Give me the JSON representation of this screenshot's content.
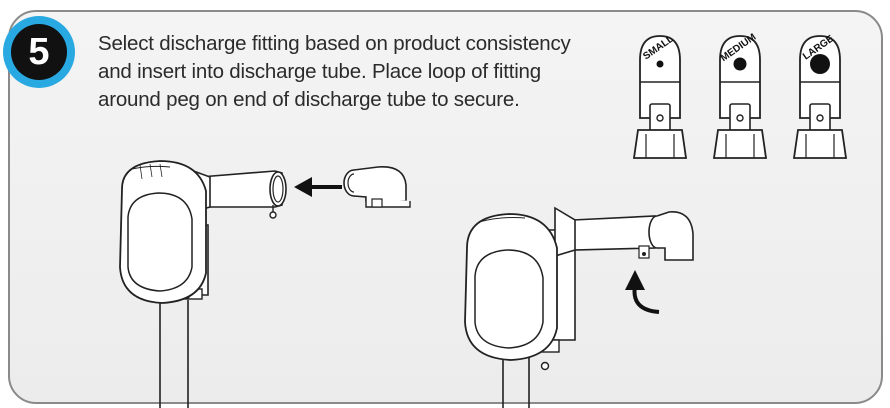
{
  "step": {
    "number": "5",
    "badge_ring_color": "#29a9e1",
    "badge_fill_color": "#111111"
  },
  "instructions": {
    "line1": "Select discharge fitting based on product consistency",
    "line2": "and insert into discharge tube. Place loop of fitting",
    "line3": "around peg on end of discharge tube to secure."
  },
  "fittings": [
    {
      "label": "SMALL",
      "hole": "small"
    },
    {
      "label": "MEDIUM",
      "hole": "medium"
    },
    {
      "label": "LARGE",
      "hole": "large"
    }
  ],
  "icons": {
    "insert_arrow": "arrow-left-icon",
    "secure_arrow": "curved-arrow-up-icon"
  }
}
